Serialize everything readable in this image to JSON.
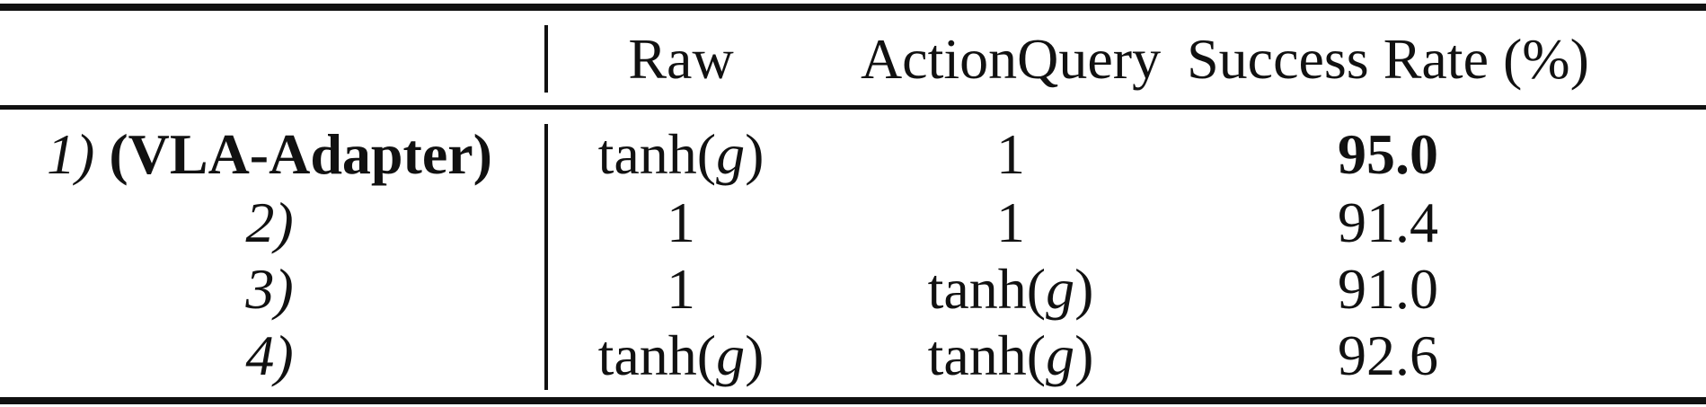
{
  "table": {
    "header": [
      "",
      "Raw",
      "ActionQuery",
      "Success Rate (%)"
    ],
    "rows": [
      {
        "index": "1)",
        "method": "VLA-Adapter",
        "raw": {
          "fn": "tanh",
          "arg": "g"
        },
        "action_query": "1",
        "success_rate": "95.0"
      },
      {
        "index": "2)",
        "method": "",
        "raw": "1",
        "action_query": "1",
        "success_rate": "91.4"
      },
      {
        "index": "3)",
        "method": "",
        "raw": "1",
        "action_query": {
          "fn": "tanh",
          "arg": "g"
        },
        "success_rate": "91.0"
      },
      {
        "index": "4)",
        "method": "",
        "raw": {
          "fn": "tanh",
          "arg": "g"
        },
        "action_query": {
          "fn": "tanh",
          "arg": "g"
        },
        "success_rate": "92.6"
      }
    ],
    "best_row": 0
  }
}
